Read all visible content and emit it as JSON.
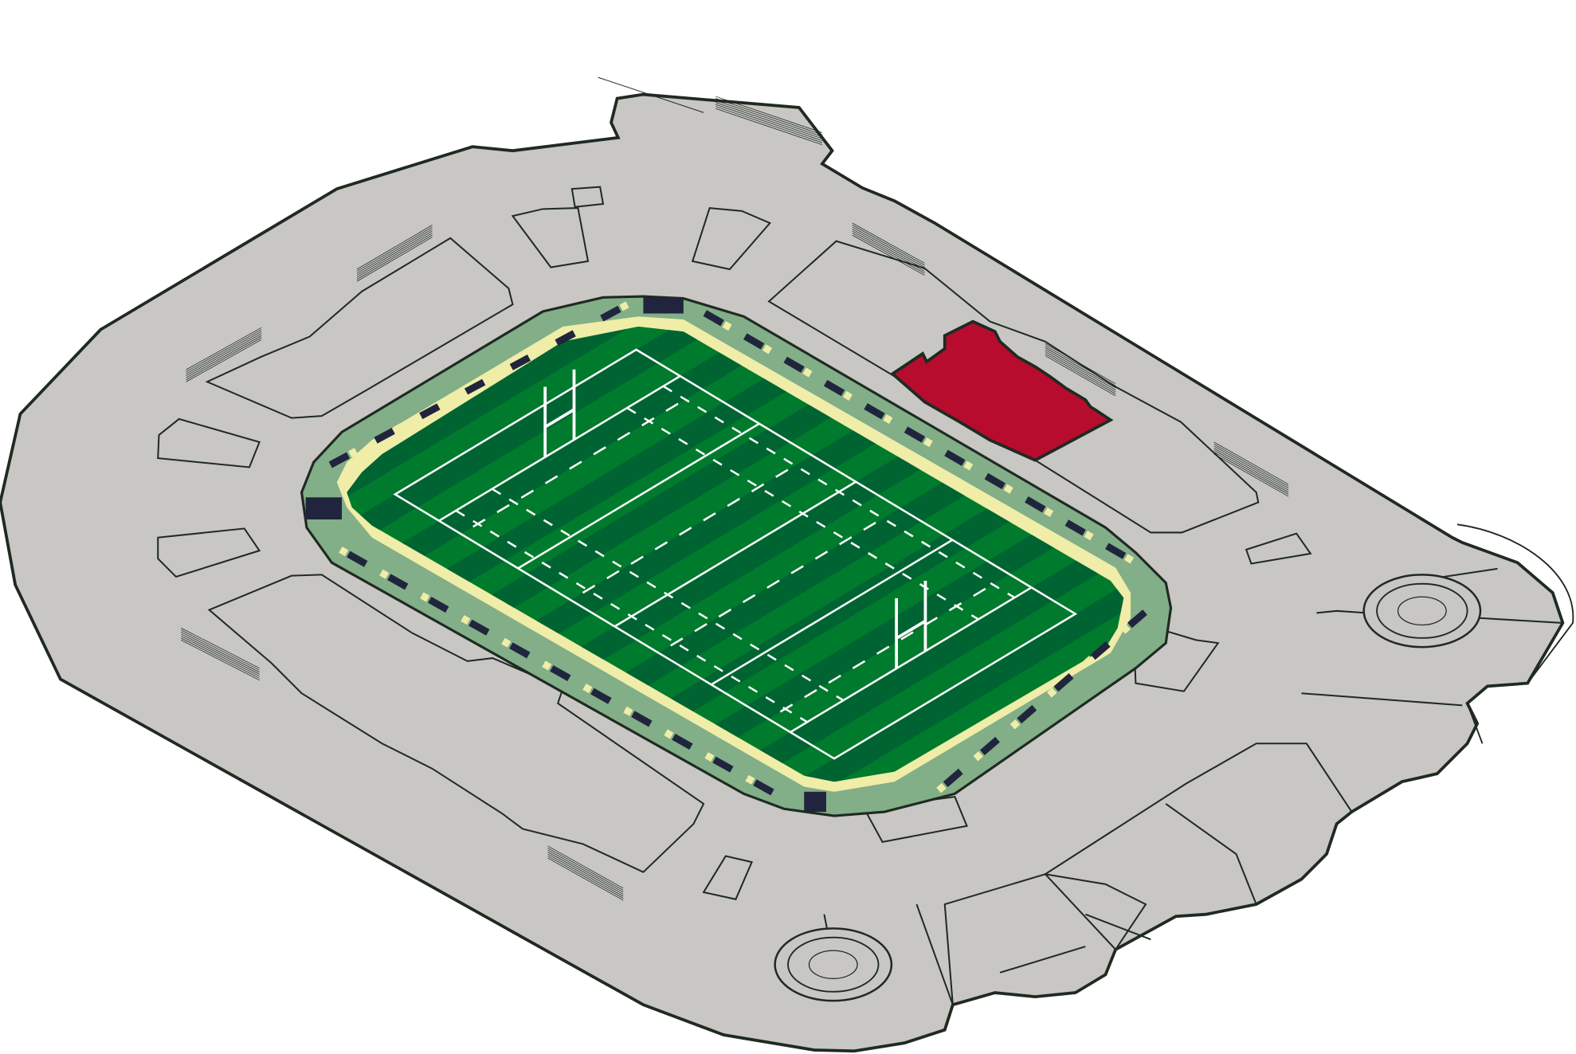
{
  "map": {
    "type": "stadium-seating-map",
    "highlighted_section": "upper-right-hospitality",
    "colors": {
      "concourse": "#c8c7c3",
      "outline": "#1f2a22",
      "highlight": "#b70c2e",
      "pitch": "#007a2c",
      "pitch_stripe": "#006432",
      "surround": "#82ae88",
      "track": "#efeda8",
      "advert": "#20253d",
      "lines": "#ffffff"
    },
    "pitch": {
      "sport": "rugby",
      "goal_posts": 2
    }
  }
}
